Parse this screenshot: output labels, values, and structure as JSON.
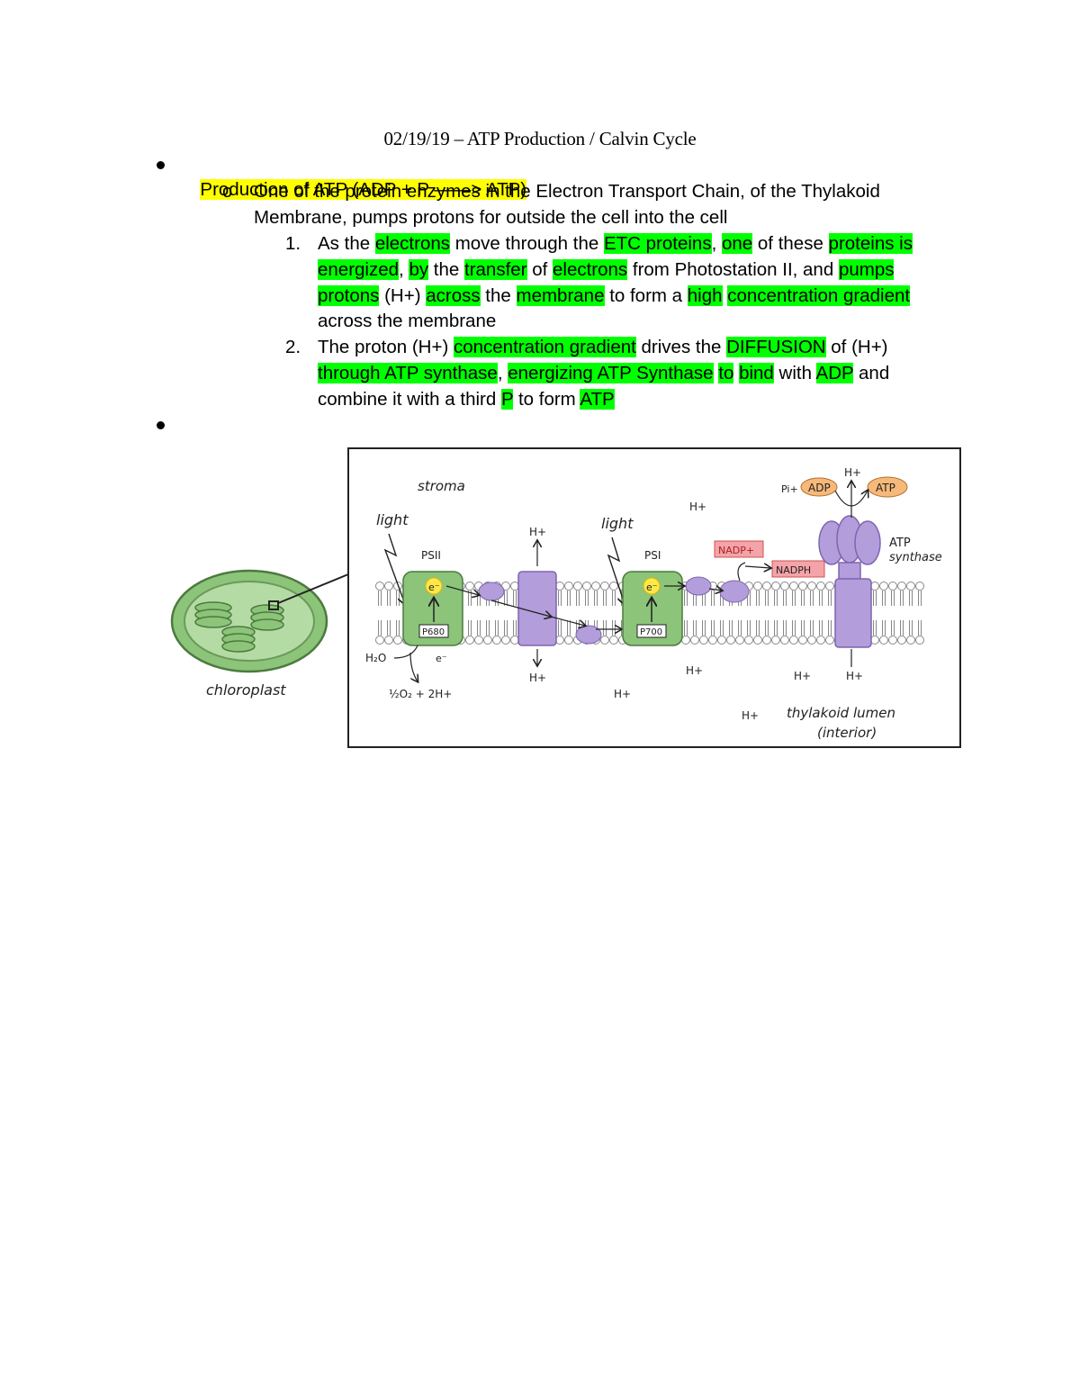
{
  "title": "02/19/19 – ATP Production / Calvin Cycle",
  "bullet1": {
    "text": "Production of ATP (ADP + P ——> ATP)"
  },
  "sub_marker": "o",
  "sub1": {
    "line1": "One of the protein enzymes in the Electron Transport Chain, of the Thylakoid",
    "line2": "Membrane, pumps protons for outside the cell into the cell"
  },
  "item1": {
    "num": "1.",
    "l1": [
      "As the ",
      "electrons",
      " move through the ",
      "ETC proteins",
      ", ",
      "one",
      " of these ",
      "proteins is"
    ],
    "l2": [
      "energized",
      ", ",
      "by",
      " the ",
      "transfer",
      " of ",
      "electrons",
      " from Photostation II, and ",
      "pumps"
    ],
    "l3": [
      "protons",
      " (H+) ",
      "across",
      " the ",
      "membrane",
      " to form a ",
      "high",
      " ",
      "concentration gradient"
    ],
    "l4": [
      "across the membrane"
    ]
  },
  "item2": {
    "num": "2.",
    "l1": [
      "The proton (H+) ",
      "concentration gradient",
      " drives the ",
      "DIFFUSION",
      " of (H+)"
    ],
    "l2": [
      "through ATP synthase",
      ", ",
      "energizing ATP Synthase",
      " ",
      "to",
      " ",
      "bind",
      " with ",
      "ADP",
      " and"
    ],
    "l3": [
      "combine it with a third ",
      "P",
      " to form ",
      "ATP"
    ]
  },
  "diagram": {
    "stroma": "stroma",
    "light1": "light",
    "light2": "light",
    "psii": "PSII",
    "psi": "PSI",
    "p680": "P680",
    "p700": "P700",
    "e1": "e⁻",
    "e2": "e⁻",
    "e3": "e⁻",
    "h2o": "H₂O",
    "o2": "½O₂ + 2H+",
    "hplus": "H+",
    "nadp": "NADP+",
    "nadph": "NADPH",
    "pi": "Pi+",
    "adp": "ADP",
    "atp": "ATP",
    "atp_synthase_1": "ATP",
    "atp_synthase_2": "synthase",
    "lumen_1": "thylakoid lumen",
    "lumen_2": "(interior)",
    "chloroplast": "chloroplast"
  },
  "colors": {
    "highlight_yellow": "#ffff00",
    "highlight_green": "#00ff00",
    "photosystem_green": "#8cc47a",
    "protein_purple": "#b39ddb",
    "nadp_pink": "#f4a3a8",
    "adp_orange": "#f6b97a"
  }
}
